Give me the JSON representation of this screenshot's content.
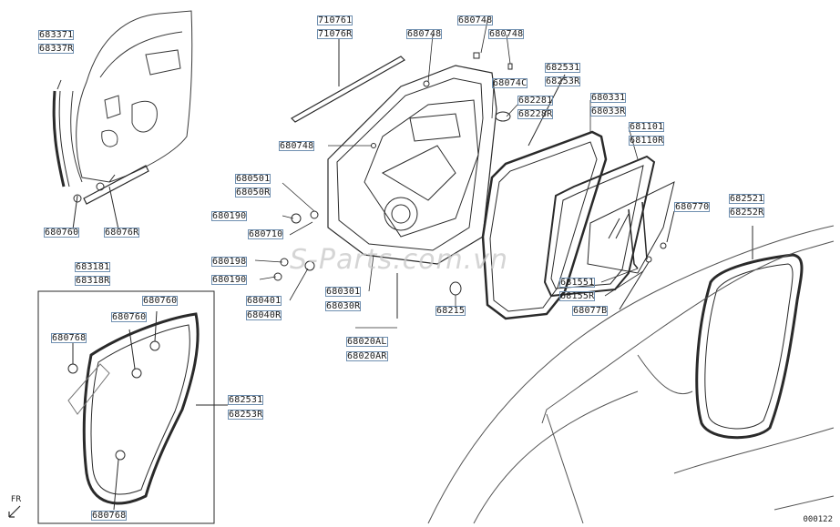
{
  "labels": {
    "p683371": "683371",
    "p68337r": "68337R",
    "p710761": "710761",
    "p71076r": "71076R",
    "p680748a": "680748",
    "p680748b": "680748",
    "p680748c": "680748",
    "p680748d": "680748",
    "p680740": "68074C",
    "p682531a": "682531",
    "p68253ra": "68253R",
    "p682281": "682281",
    "p68228r": "68228R",
    "p680331": "680331",
    "p68033r": "68033R",
    "p681101": "681101",
    "p68110r": "68110R",
    "p680501": "680501",
    "p68050r": "68050R",
    "p680190a": "680190",
    "p680710": "680710",
    "p680770": "680770",
    "p682521": "682521",
    "p68252r": "68252R",
    "p680760a": "680760",
    "p68076r": "68076R",
    "p683181": "683181",
    "p68318r": "68318R",
    "p680198": "680198",
    "p680190b": "680190",
    "p680401": "680401",
    "p68040r": "68040R",
    "p680301": "680301",
    "p68030r": "68030R",
    "p681551": "681551",
    "p68155r": "68155R",
    "p68077b": "68077B",
    "p68215": "68215",
    "p68020al": "68020AL",
    "p68020ar": "68020AR",
    "p680760b": "680760",
    "p680760c": "680760",
    "p680768a": "680768",
    "p682531b": "682531",
    "p68253rb": "68253R",
    "p680768b": "680768"
  },
  "watermark": "S-Parts.com.vn",
  "diagram_code": "000122",
  "front_marker": "FR"
}
